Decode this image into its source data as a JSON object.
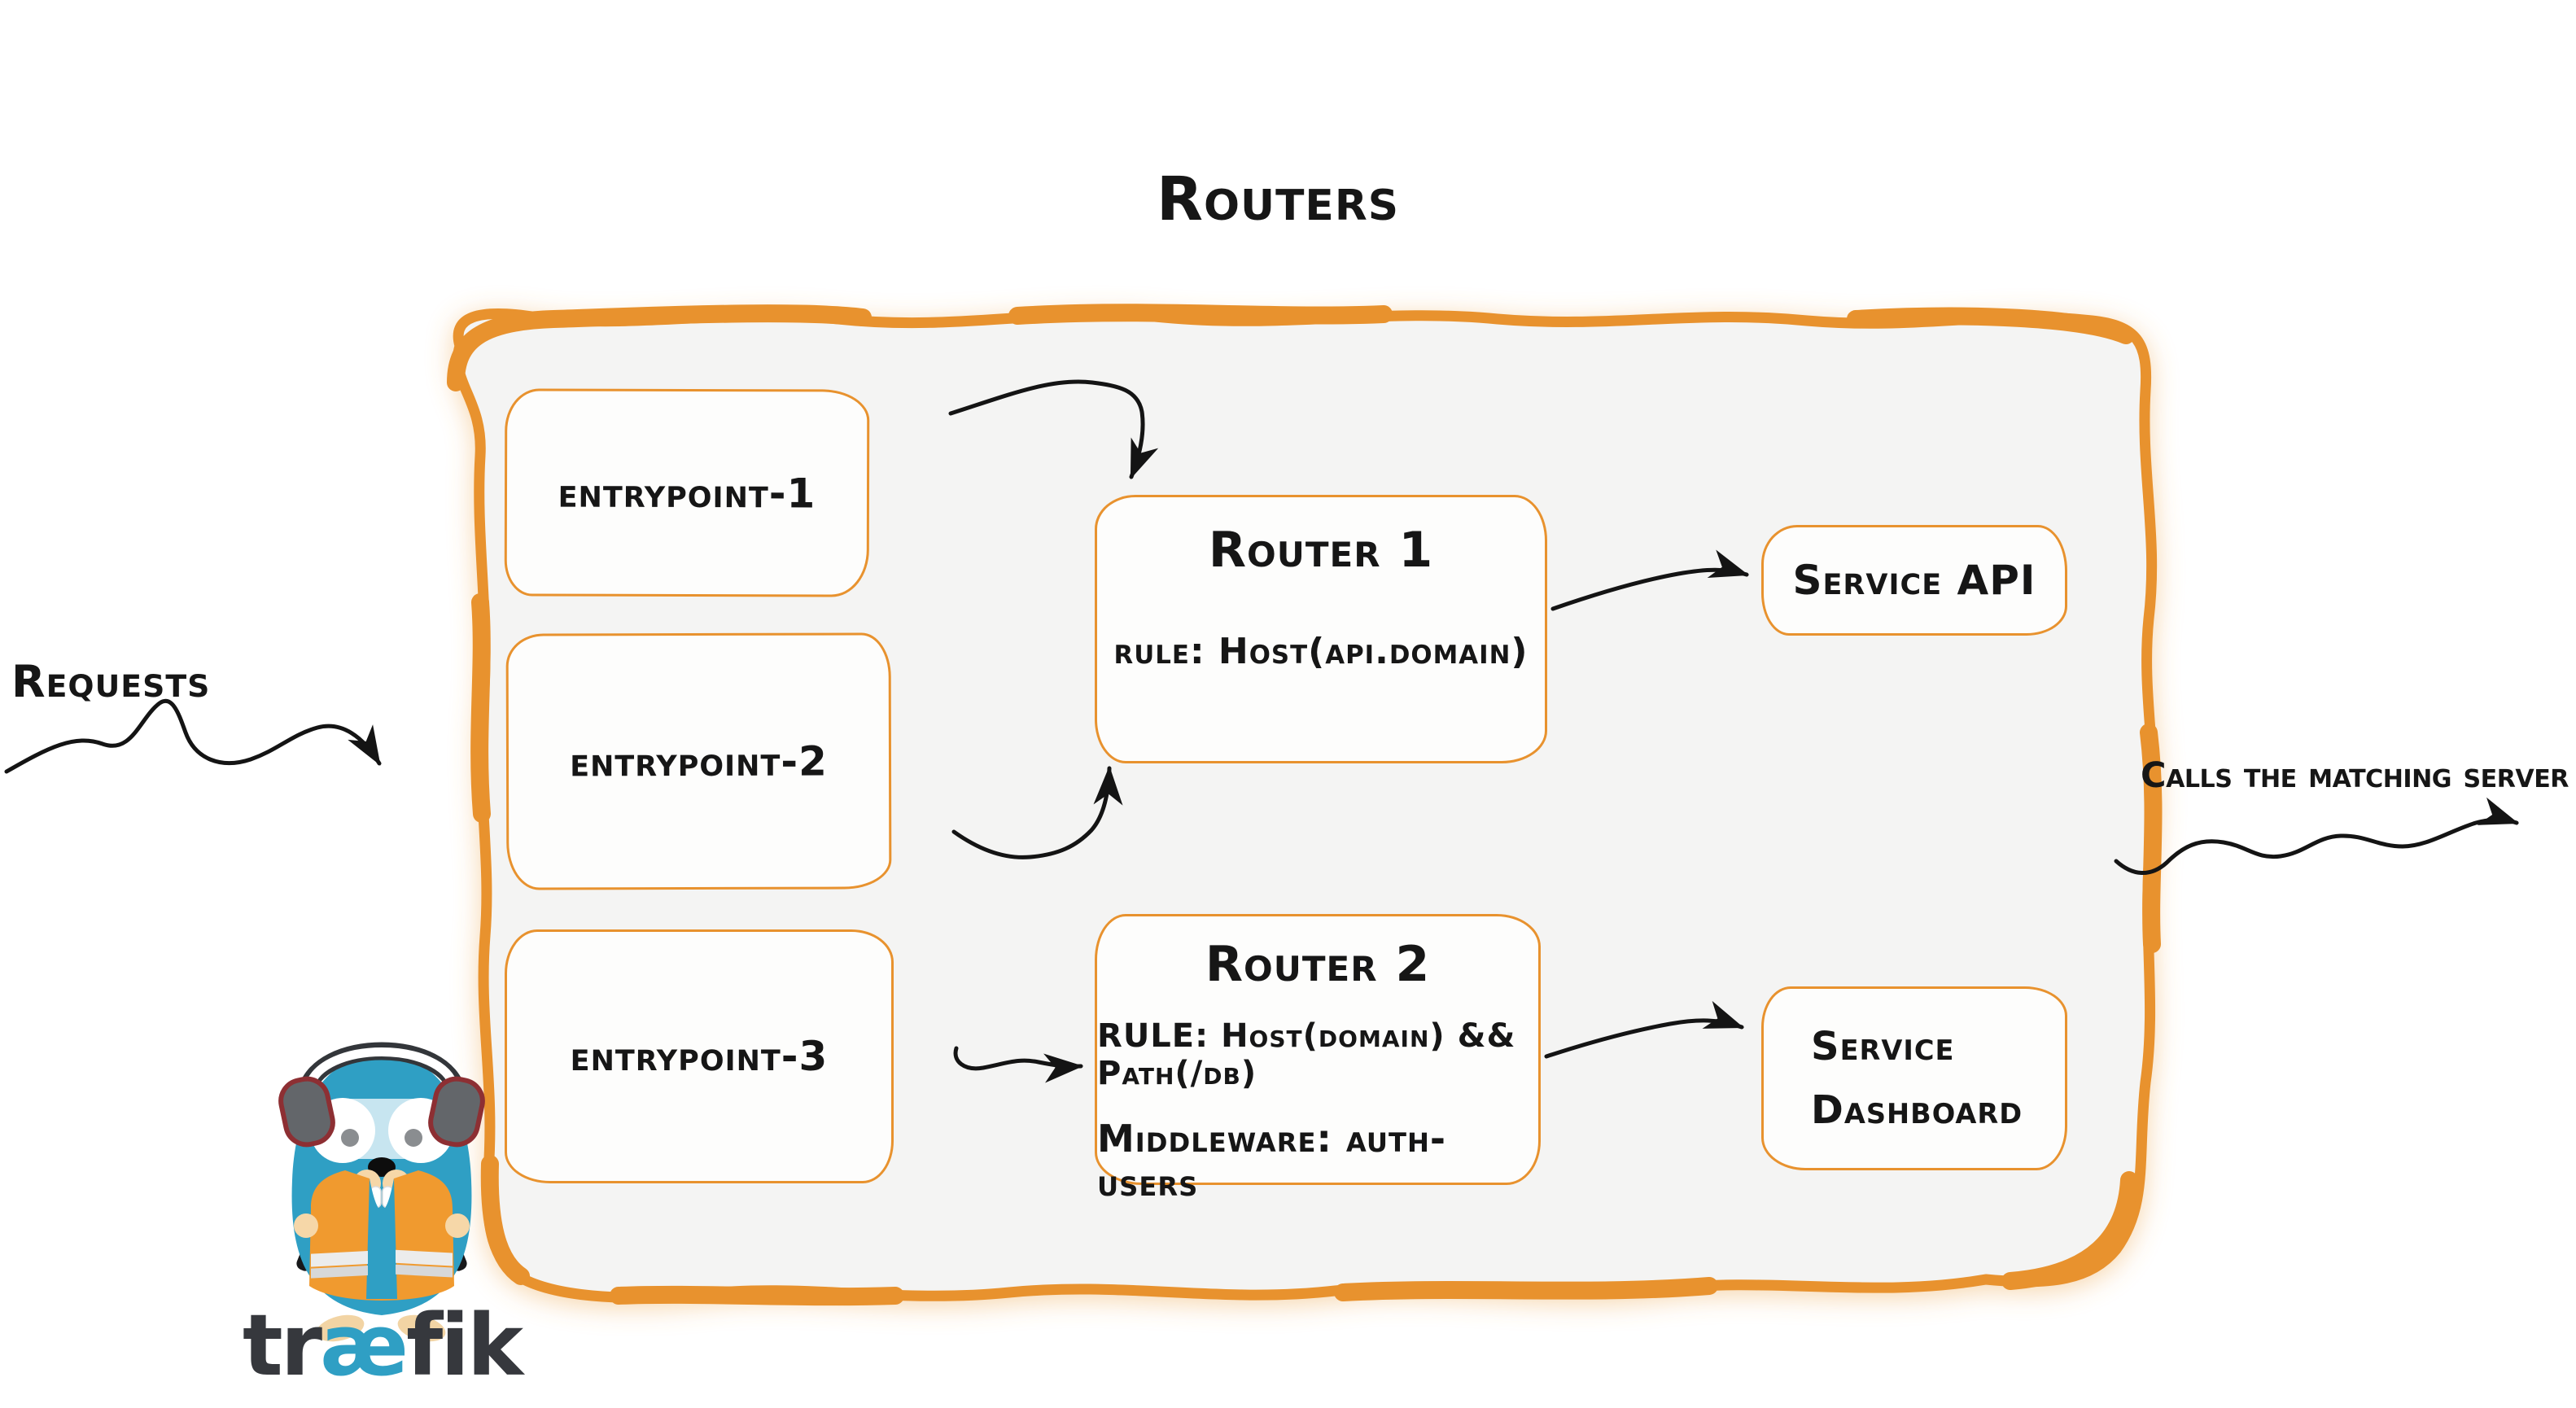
{
  "diagram": {
    "title": "Routers",
    "entrypoints": [
      {
        "label": "entrypoint-1"
      },
      {
        "label": "entrypoint-2"
      },
      {
        "label": "entrypoint-3"
      }
    ],
    "routers": [
      {
        "title": "Router 1",
        "rule": "rule: Host(api.domain)"
      },
      {
        "title": "Router 2",
        "rule": "RULE: Host(domain) && Path(/db)",
        "middleware": "Middleware: auth-users"
      }
    ],
    "services": [
      {
        "label": "Service API"
      },
      {
        "label": "Service Dashboard",
        "lines": [
          "Service",
          "Dashboard"
        ]
      }
    ],
    "annotations": {
      "incoming": "Requests",
      "outgoing": "Calls the matching server"
    },
    "logo": {
      "wordmark": {
        "pre": "tr",
        "mid": "æ",
        "post": "fik"
      }
    }
  },
  "colors": {
    "container_border": "#e8922e",
    "container_fill": "#f4f4f3",
    "box_fill": "#fdfdfc",
    "arrow": "#141414",
    "text": "#161616",
    "gopher_blue": "#2f9fc4",
    "vest_orange": "#f09a2f",
    "stick_green": "#c9e15c",
    "wordmark_dark": "#36383d"
  }
}
